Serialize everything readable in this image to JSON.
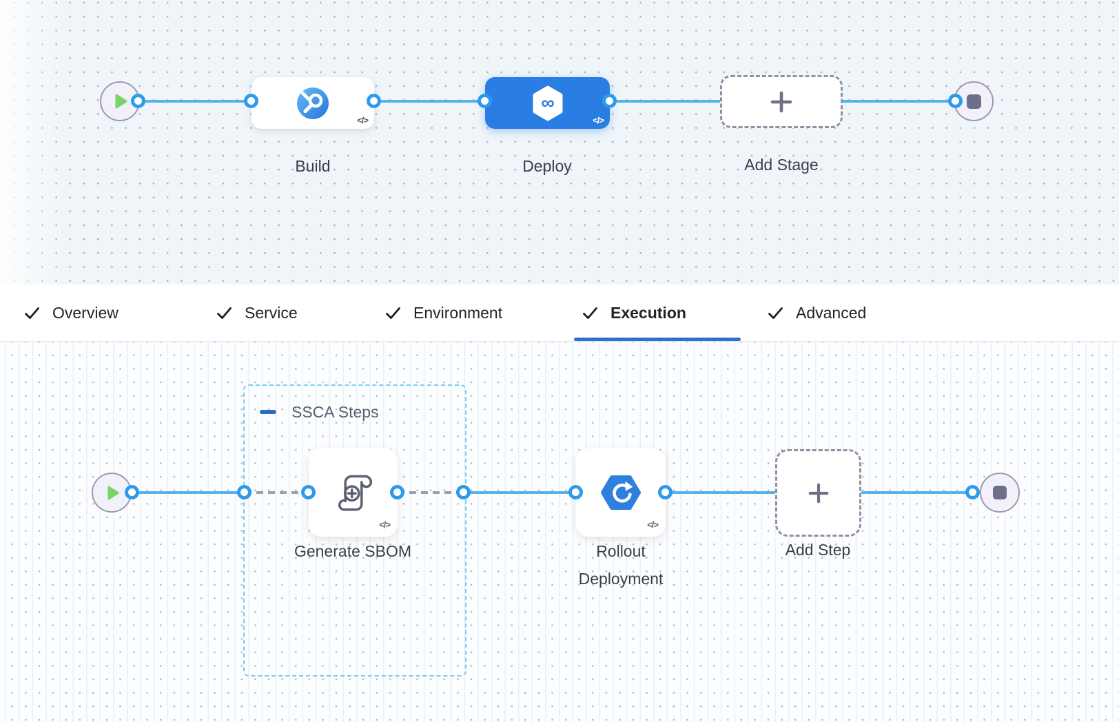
{
  "stage_canvas": {
    "stages": [
      {
        "label": "Build",
        "type": "ci",
        "selected": false
      },
      {
        "label": "Deploy",
        "type": "cd",
        "selected": true
      }
    ],
    "add_stage_label": "Add Stage",
    "code_glyph": "</>"
  },
  "tab_bar": {
    "tabs": [
      {
        "label": "Overview",
        "checked": true,
        "active": false
      },
      {
        "label": "Service",
        "checked": true,
        "active": false
      },
      {
        "label": "Environment",
        "checked": true,
        "active": false
      },
      {
        "label": "Execution",
        "checked": true,
        "active": true
      },
      {
        "label": "Advanced",
        "checked": true,
        "active": false
      }
    ]
  },
  "execution_canvas": {
    "group_label": "SSCA Steps",
    "steps": [
      {
        "label": "Generate SBOM"
      },
      {
        "label": "Rollout Deployment"
      }
    ],
    "add_step_label": "Add Step",
    "code_glyph": "</>"
  },
  "colors": {
    "selected_stage_blue": "#2a7de2",
    "edge_blue": "#57b2ea",
    "port_ring_blue": "#2c9beb",
    "active_tab_underline": "#2f70c8",
    "group_border_blue": "#7bcbf3",
    "play_green": "#79d467",
    "node_gray": "#6e7089",
    "dashed_edge_gray": "#9aa0a9"
  }
}
